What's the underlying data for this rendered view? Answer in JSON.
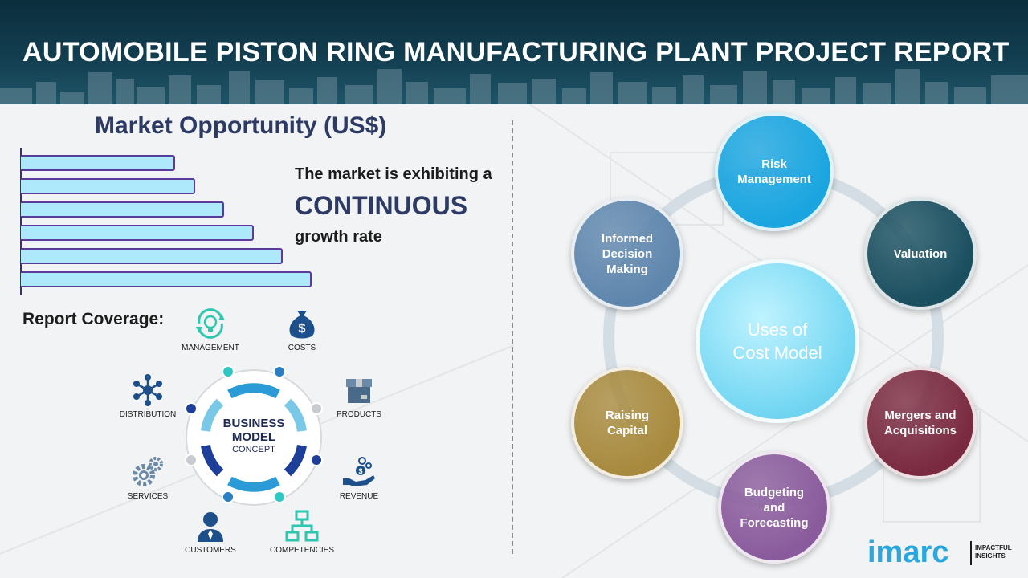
{
  "header": {
    "title": "AUTOMOBILE PISTON RING MANUFACTURING PLANT PROJECT REPORT"
  },
  "market": {
    "title": "Market Opportunity (US$)",
    "line1": "The market is exhibiting a",
    "line2": "CONTINUOUS",
    "line3": "growth rate",
    "bar_levels": [
      0.53,
      0.6,
      0.7,
      0.8,
      0.9,
      1.0
    ]
  },
  "coverage": {
    "title": "Report Coverage:",
    "items": [
      {
        "label": "MANAGEMENT",
        "icon": "lightbulb-cycle-icon"
      },
      {
        "label": "COSTS",
        "icon": "money-bag-icon"
      },
      {
        "label": "DISTRIBUTION",
        "icon": "network-hub-icon"
      },
      {
        "label": "PRODUCTS",
        "icon": "box-icon"
      },
      {
        "label": "SERVICES",
        "icon": "gears-icon"
      },
      {
        "label": "REVENUE",
        "icon": "hand-coins-icon"
      },
      {
        "label": "CUSTOMERS",
        "icon": "person-icon"
      },
      {
        "label": "COMPETENCIES",
        "icon": "org-chart-icon"
      }
    ],
    "center_line1": "BUSINESS",
    "center_line2": "MODEL",
    "center_line3": "CONCEPT"
  },
  "uses": {
    "center_line1": "Uses of",
    "center_line2": "Cost Model",
    "nodes": [
      {
        "line1": "Risk",
        "line2": "Management",
        "line3": "",
        "color": "#1aa5e0"
      },
      {
        "line1": "Valuation",
        "line2": "",
        "line3": "",
        "color": "#1a4f60"
      },
      {
        "line1": "Mergers and",
        "line2": "Acquisitions",
        "line3": "",
        "color": "#7a2a40"
      },
      {
        "line1": "Budgeting",
        "line2": "and",
        "line3": "Forecasting",
        "color": "#8a5b9c"
      },
      {
        "line1": "Raising",
        "line2": "Capital",
        "line3": "",
        "color": "#a88a3e"
      },
      {
        "line1": "Informed",
        "line2": "Decision",
        "line3": "Making",
        "color": "#5f86ad"
      }
    ]
  },
  "logo": {
    "word": "imarc",
    "tag1": "IMPACTFUL",
    "tag2": "INSIGHTS",
    "color": "#2aa7df"
  }
}
